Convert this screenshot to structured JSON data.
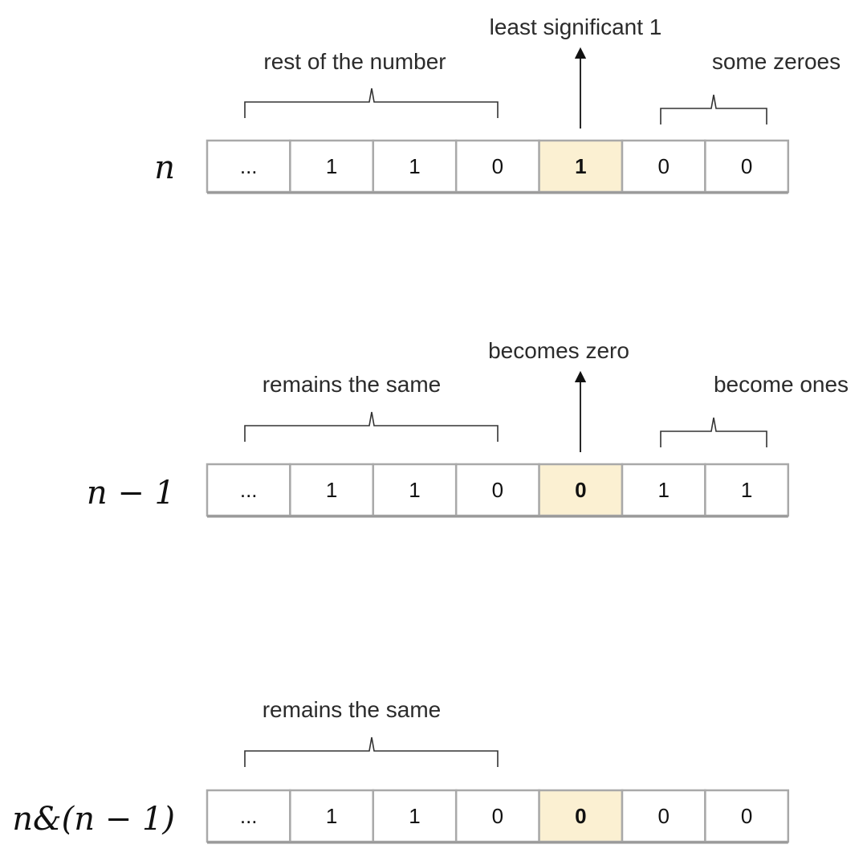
{
  "colors": {
    "highlight": "#fbf0d2",
    "cell_border": "#a9a9a9",
    "bracket": "#333333",
    "arrow": "#111111"
  },
  "rows": [
    {
      "label": "n",
      "bits": [
        "...",
        "1",
        "1",
        "0",
        "1",
        "0",
        "0"
      ],
      "highlight_index": 4,
      "bold_index": 4,
      "annotations": {
        "left_brace": "rest of the number",
        "arrow": "least significant 1",
        "right_brace": "some zeroes"
      }
    },
    {
      "label": "n − 1",
      "bits": [
        "...",
        "1",
        "1",
        "0",
        "0",
        "1",
        "1"
      ],
      "highlight_index": 4,
      "bold_index": 4,
      "annotations": {
        "left_brace": "remains the same",
        "arrow": "becomes zero",
        "right_brace": "become ones"
      }
    },
    {
      "label": "n&(n − 1)",
      "bits": [
        "...",
        "1",
        "1",
        "0",
        "0",
        "0",
        "0"
      ],
      "highlight_index": 4,
      "bold_index": 4,
      "annotations": {
        "left_brace": "remains the same",
        "arrow": "",
        "right_brace": ""
      }
    }
  ]
}
